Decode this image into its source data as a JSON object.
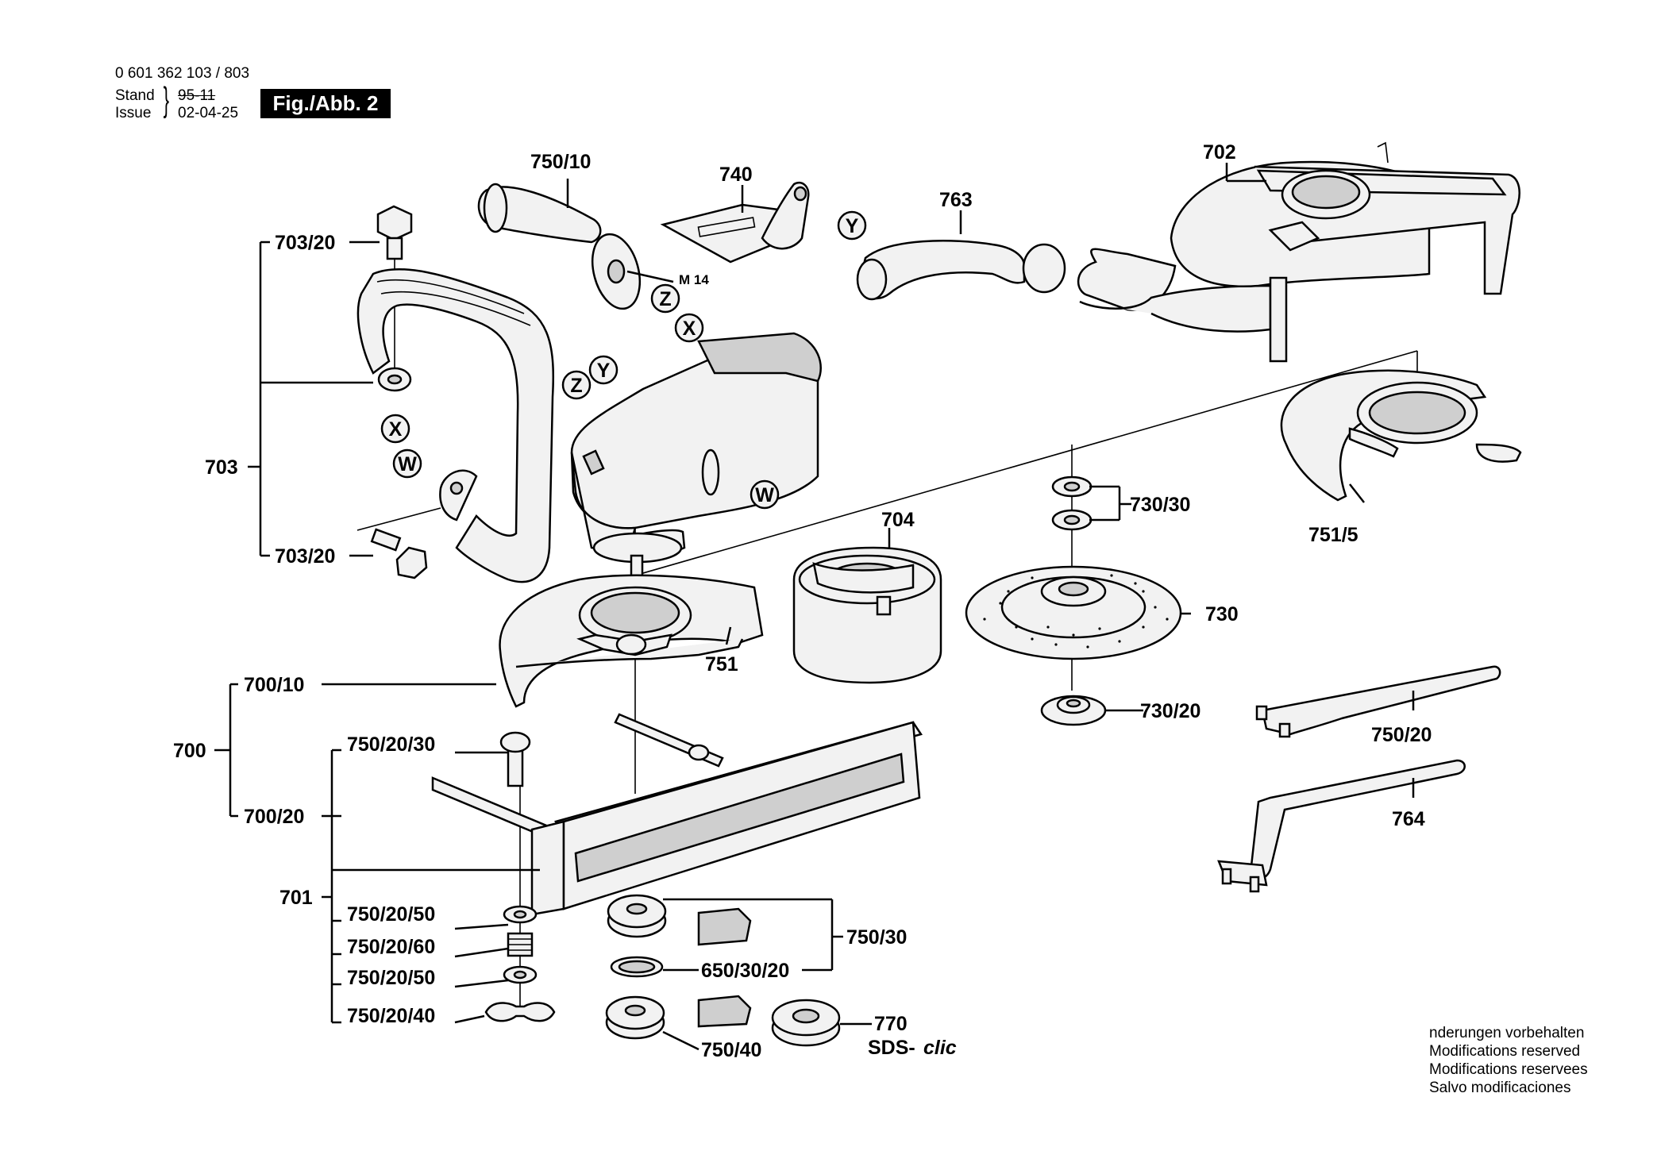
{
  "header": {
    "drawing_number": "0 601 362 103 / 803",
    "stand_label": "Stand",
    "issue_label": "Issue",
    "stand_value": "95-11",
    "issue_value": "02-04-25",
    "figure_label": "Fig./Abb. 2"
  },
  "callouts": {
    "x": "X",
    "y": "Y",
    "z": "Z",
    "w": "W"
  },
  "labels": {
    "p750_10": "750/10",
    "p740": "740",
    "p763": "763",
    "p702": "702",
    "m14": "M 14",
    "p703_20_top": "703/20",
    "p703": "703",
    "p703_20_bottom": "703/20",
    "p704": "704",
    "p730_30": "730/30",
    "p751_5": "751/5",
    "p730": "730",
    "p751": "751",
    "p700_10": "700/10",
    "p700": "700",
    "p730_20": "730/20",
    "p750_20": "750/20",
    "p750_20_30": "750/20/30",
    "p700_20": "700/20",
    "p764": "764",
    "p701": "701",
    "p750_20_50_a": "750/20/50",
    "p750_20_60": "750/20/60",
    "p750_20_50_b": "750/20/50",
    "p750_20_40": "750/20/40",
    "p750_30": "750/30",
    "p650_30_20": "650/30/20",
    "p770": "770",
    "sds": "SDS-",
    "clic": "clic",
    "p750_40": "750/40"
  },
  "notes": [
    "nderungen vorbehalten",
    "Modifications reserved",
    "Modifications reservees",
    "Salvo modificaciones"
  ]
}
